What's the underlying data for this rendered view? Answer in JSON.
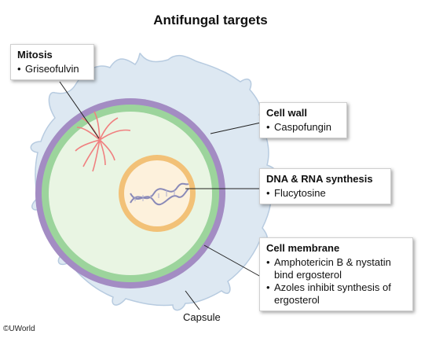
{
  "title": "Antifungal targets",
  "callouts": {
    "mitosis": {
      "heading": "Mitosis",
      "items": [
        "Griseofulvin"
      ]
    },
    "cell_wall": {
      "heading": "Cell wall",
      "items": [
        "Caspofungin"
      ]
    },
    "dna_rna": {
      "heading": "DNA & RNA synthesis",
      "items": [
        "Flucytosine"
      ]
    },
    "membrane": {
      "heading": "Cell membrane",
      "items": [
        "Amphotericin B & nystatin bind ergosterol",
        "Azoles inhibit synthesis of ergosterol"
      ]
    }
  },
  "capsule_label": "Capsule",
  "credit": "©UWorld",
  "colors": {
    "capsule": "#dde8f2",
    "capsule_edge": "#b7cbe0",
    "cell_wall": "#a38cc3",
    "membrane": "#9cd49c",
    "cytoplasm": "#e9f5e3",
    "nuclear_envelope": "#f2c177",
    "nucleus": "#fdf1dc",
    "spindle": "#f08080",
    "dna": "#8a8ab8"
  }
}
